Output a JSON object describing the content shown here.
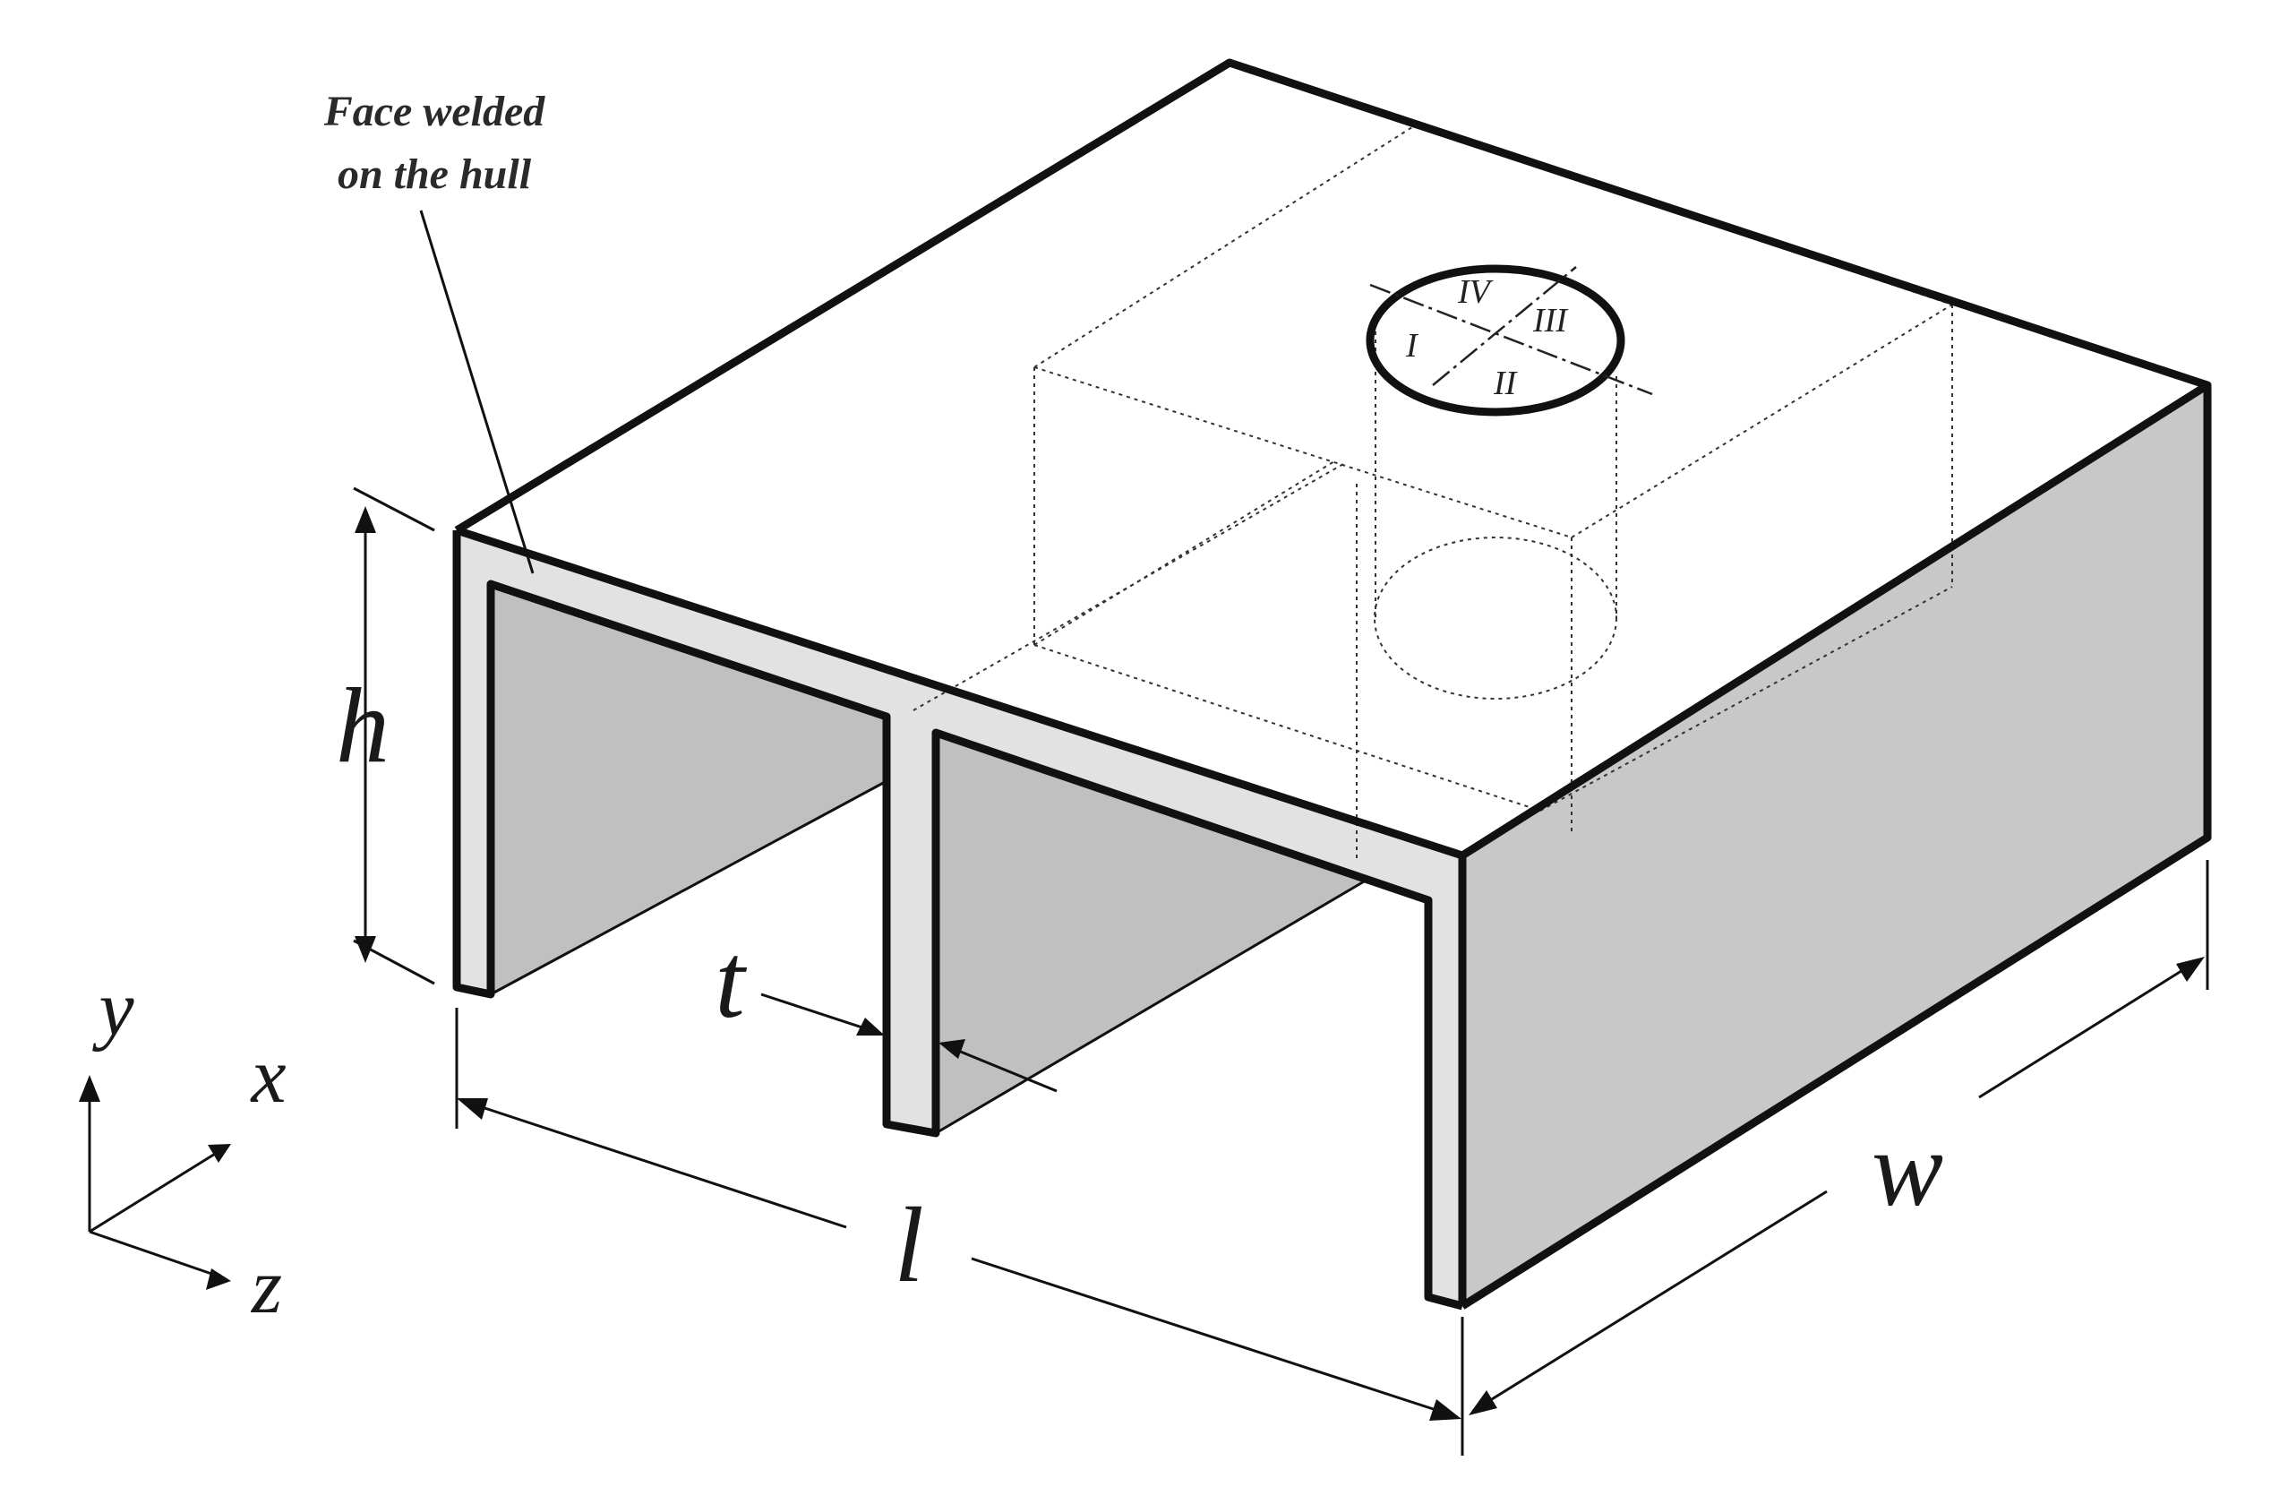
{
  "callout": {
    "line1": "Face welded",
    "line2": "on the hull"
  },
  "dimensions": {
    "h": "h",
    "t": "t",
    "l": "l",
    "w": "w"
  },
  "axes": {
    "x": "x",
    "y": "y",
    "z": "z"
  },
  "quadrants": {
    "q1": "I",
    "q2": "II",
    "q3": "III",
    "q4": "IV"
  },
  "colors": {
    "top_face": "#ffffff",
    "side_face": "#c8c8c8",
    "inner_face": "#c0c0c0",
    "section": "#e2e2e2",
    "line": "#111111"
  }
}
